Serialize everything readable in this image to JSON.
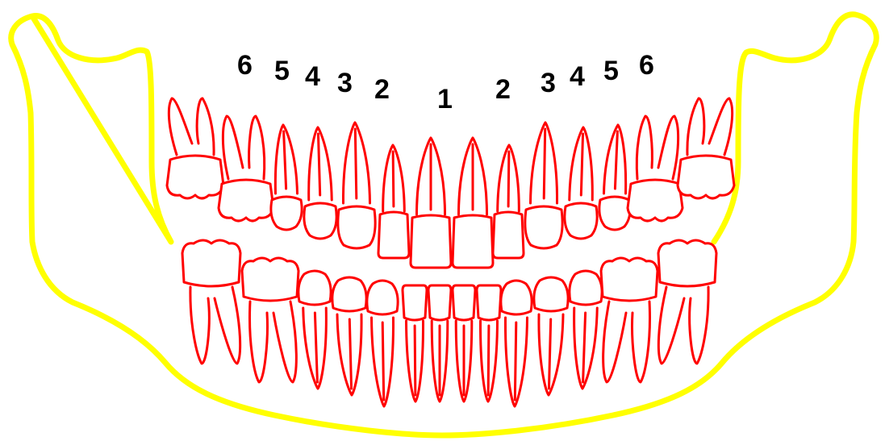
{
  "colors": {
    "jaw_outline": "#ffff00",
    "teeth_outline": "#ff0000",
    "labels": "#000000",
    "background": "#ffffff"
  },
  "labels_left": [
    "6",
    "5",
    "4",
    "3",
    "2",
    "1"
  ],
  "labels_right": [
    "2",
    "3",
    "4",
    "5",
    "6"
  ]
}
